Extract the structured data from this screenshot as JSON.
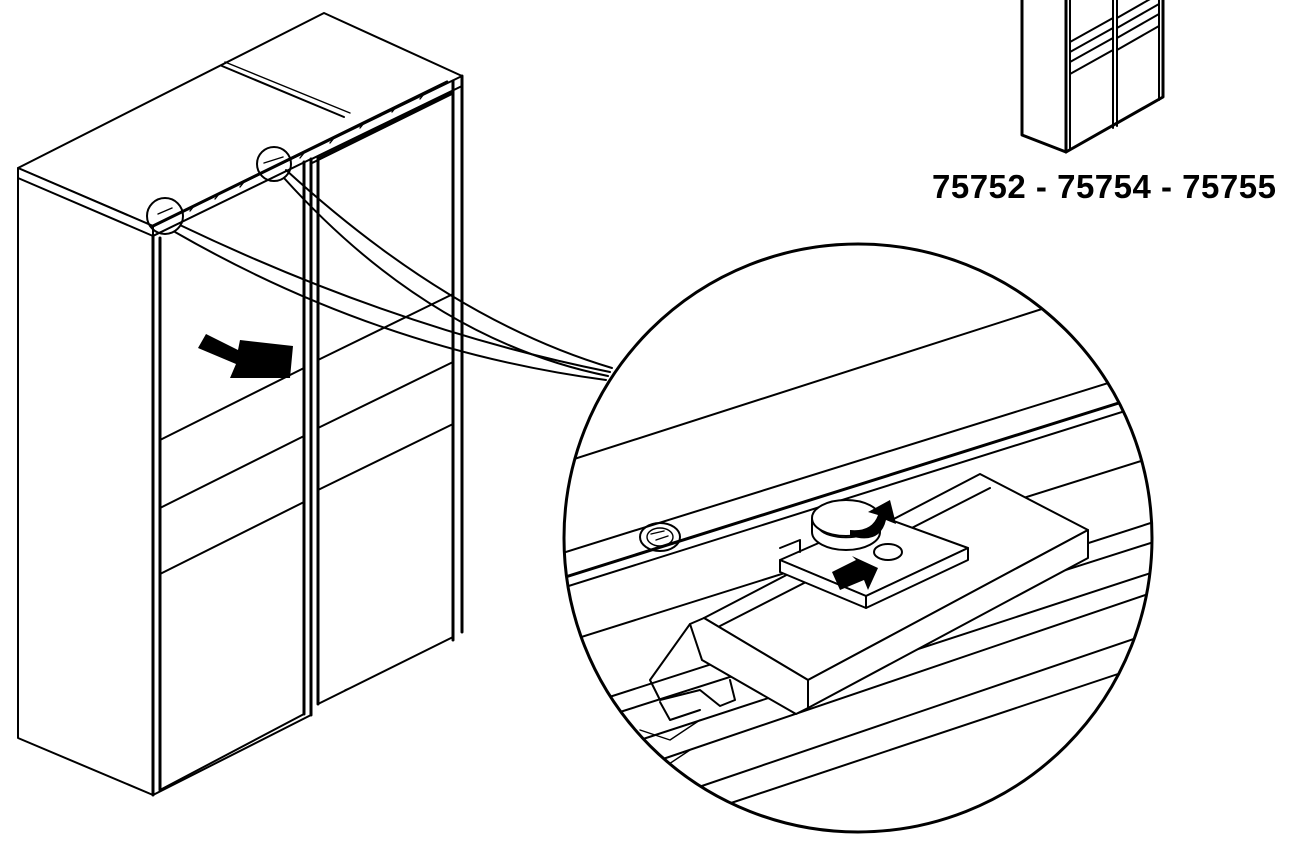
{
  "model_codes": "75752 - 75754 - 75755",
  "icons": {
    "wardrobe": "wardrobe-sliding-doors-line-drawing",
    "thumbnail": "wardrobe-thumbnail",
    "detail": "magnified-top-rail-stopper-detail",
    "door_arrow": "slide-door-right-arrow",
    "rotate_arrow": "rotate-knob-arrow",
    "push_arrow": "push-stopper-arrow"
  },
  "colors": {
    "line": "#000000",
    "background": "#ffffff"
  }
}
